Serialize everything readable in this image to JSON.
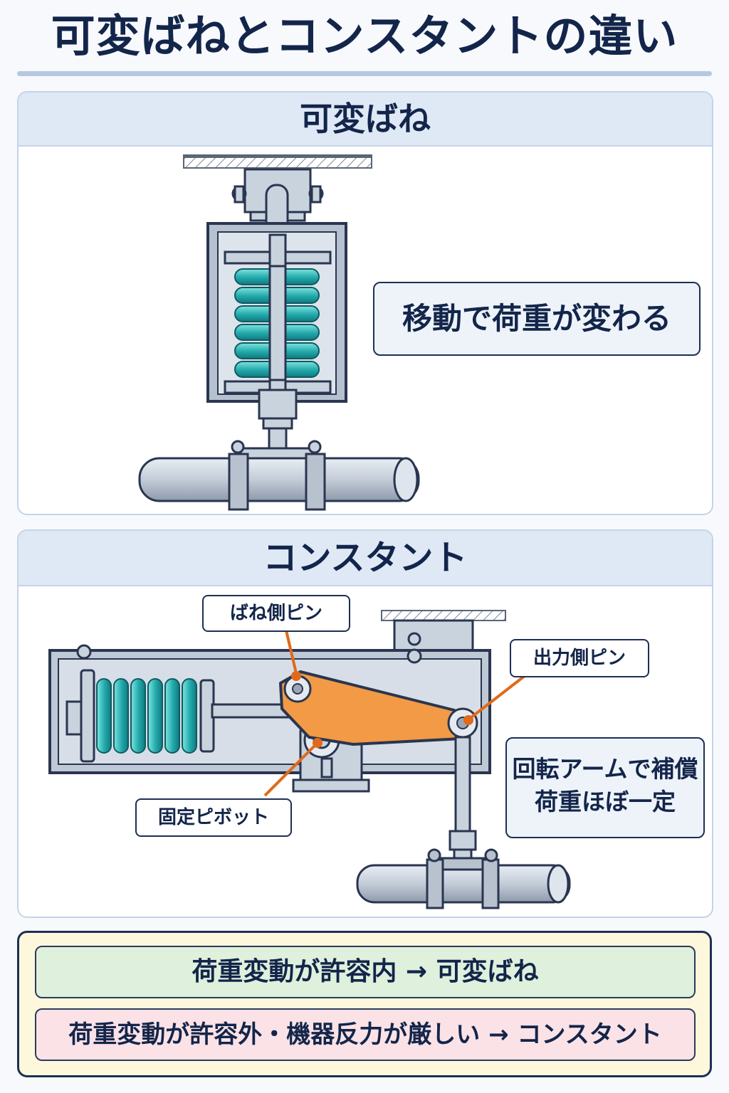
{
  "title": "可変ばねとコンスタントの違い",
  "sections": {
    "variable": {
      "heading": "可変ばね",
      "callout": "移動で荷重が変わる"
    },
    "constant": {
      "heading": "コンスタント",
      "labels": {
        "spring_pin": "ばね側ピン",
        "output_pin": "出力側ピン",
        "fixed_pivot": "固定ピボット"
      },
      "callout_line1": "回転アームで補償",
      "callout_line2": "荷重ほぼ一定"
    }
  },
  "summary": {
    "row1": "荷重変動が許容内 → 可変ばね",
    "row2": "荷重変動が許容外・機器反力が厳しい → コンスタント"
  },
  "colors": {
    "navy": "#13254a",
    "spring": "#2bb3b3",
    "arm": "#f29a45",
    "steel": "#c9d3de",
    "row1_bg": "#dff0dc",
    "row2_bg": "#fbe2e6"
  }
}
